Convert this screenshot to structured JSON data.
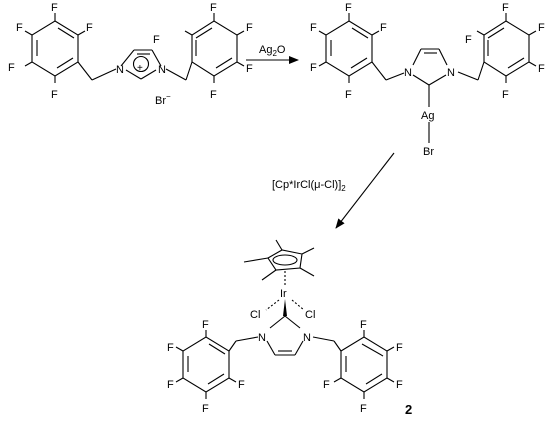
{
  "scheme": {
    "atoms": {
      "fluorine": "F",
      "nitrogen": "N",
      "silver": "Ag",
      "bromine": "Br",
      "chlorine": "Cl",
      "iridium": "Ir"
    },
    "start": {
      "plus": "+",
      "counterion_main": "Br",
      "counterion_sup": "−"
    },
    "step1": {
      "reagent_main": "Ag",
      "reagent_sub": "2",
      "reagent_tail": "O"
    },
    "step2": {
      "reagent_main": "[Cp*IrCl(μ-Cl)]",
      "reagent_sub": "2"
    },
    "product": {
      "number": "2"
    }
  },
  "colors": {
    "ink": "#000000",
    "background": "#ffffff"
  }
}
